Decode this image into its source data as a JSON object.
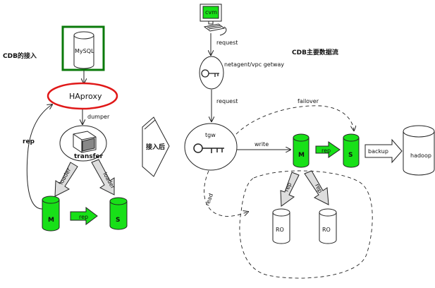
{
  "colors": {
    "green": "#18e018",
    "mysql_box": "#0a7a0a",
    "haproxy_ellipse": "#e01818"
  },
  "left": {
    "title": "CDB的接入",
    "mysql": "MySQL",
    "haproxy": "HAproxy",
    "dumper": "dumper",
    "transfer": "transfer",
    "rep": "rep",
    "loader1": "loader",
    "loader2": "loader",
    "m": "M",
    "s": "S",
    "rep_arrow": "rep"
  },
  "middle": {
    "after": "接入后"
  },
  "right": {
    "title": "CDB主要数据流",
    "cvm": "cvm",
    "request1": "request",
    "gateway": "netagent/vpc getway",
    "request2": "request",
    "tgw": "tgw",
    "failover": "failover",
    "write": "write",
    "m": "M",
    "rep_arrow": "rep",
    "s": "S",
    "backup": "backup",
    "hadoop": "hadoop",
    "read": "read",
    "rep1": "rep",
    "rep2": "rep",
    "ro1": "RO",
    "ro2": "RO"
  }
}
